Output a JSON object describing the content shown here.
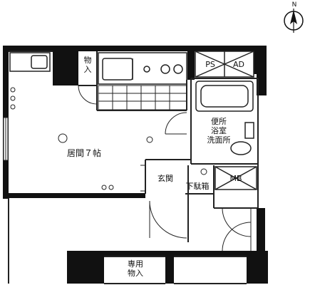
{
  "compass": {
    "north": "N"
  },
  "labels": {
    "storage_main": "物\n入",
    "ps": "PS",
    "ad": "AD",
    "bathroom": "便所\n浴室\n洗面所",
    "living_room": "居間７帖",
    "entrance": "玄関",
    "shoe_box": "下駄箱",
    "mb": "MB",
    "exclusive_storage": "専用\n物入"
  },
  "colors": {
    "wall": "#111111",
    "line": "#222222",
    "background": "#ffffff"
  }
}
